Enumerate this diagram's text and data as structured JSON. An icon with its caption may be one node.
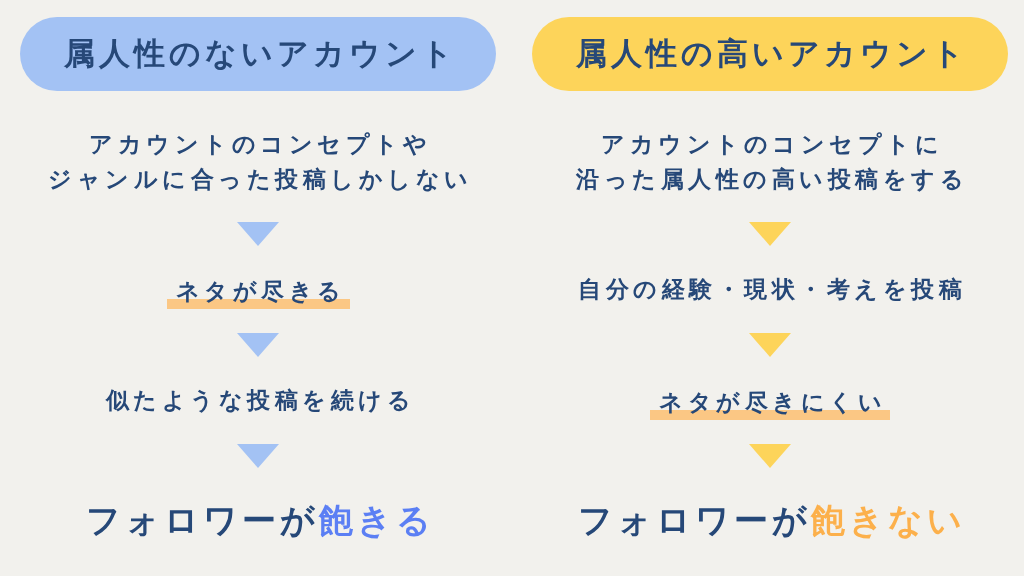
{
  "diagram": {
    "nodes": [
      {
        "text": [
          "属人性のないアカウント"
        ]
      },
      {
        "text": [
          "アカウントのコンセプトやジャンルに合った投稿しかしない"
        ]
      },
      {
        "text": [
          "ネタが尽きる"
        ]
      },
      {
        "text": [
          "似たような投稿を続ける"
        ]
      },
      {
        "text": [
          "フォロワーが",
          "飽きる"
        ]
      },
      {
        "text": [
          "属人性の高いアカウント"
        ]
      },
      {
        "text": [
          "アカウントのコンセプトに沿った属人性の高い投稿をする"
        ]
      },
      {
        "text": [
          "自分の経験・現状・考えを投稿"
        ]
      },
      {
        "text": [
          "ネタが尽きにくい"
        ]
      },
      {
        "text": [
          "フォロワーが",
          "飽きない"
        ]
      }
    ],
    "edges": [
      {
        "from": 1,
        "to": 2,
        "arrow": "to",
        "color": "#a3c2f4"
      },
      {
        "from": 2,
        "to": 3,
        "arrow": "to",
        "color": "#a3c2f4"
      },
      {
        "from": 3,
        "to": 4,
        "arrow": "to",
        "color": "#a3c2f4"
      },
      {
        "from": 6,
        "to": 7,
        "arrow": "to",
        "color": "#fdd45a"
      },
      {
        "from": 7,
        "to": 8,
        "arrow": "to",
        "color": "#fdd45a"
      },
      {
        "from": 8,
        "to": 9,
        "arrow": "to",
        "color": "#fdd45a"
      }
    ]
  }
}
